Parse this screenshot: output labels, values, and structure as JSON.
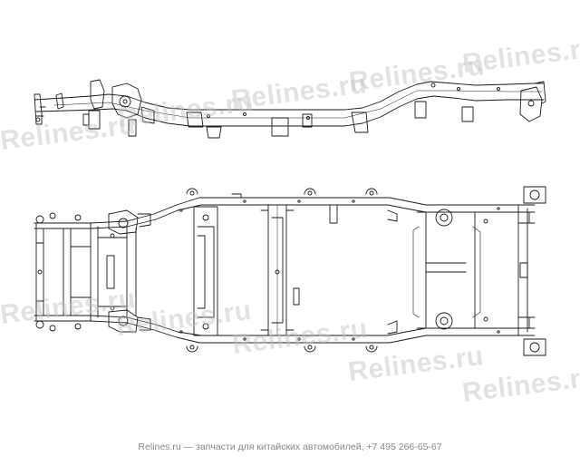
{
  "watermark": {
    "text": "Relines.ru"
  },
  "footer": {
    "site": "Relines.ru",
    "text": " — запчасти для китайских автомобилей, +7 495 266-65-67"
  },
  "colors": {
    "line": "#1a1a1a",
    "watermark": "#bebebe",
    "footer_text": "#888888"
  }
}
